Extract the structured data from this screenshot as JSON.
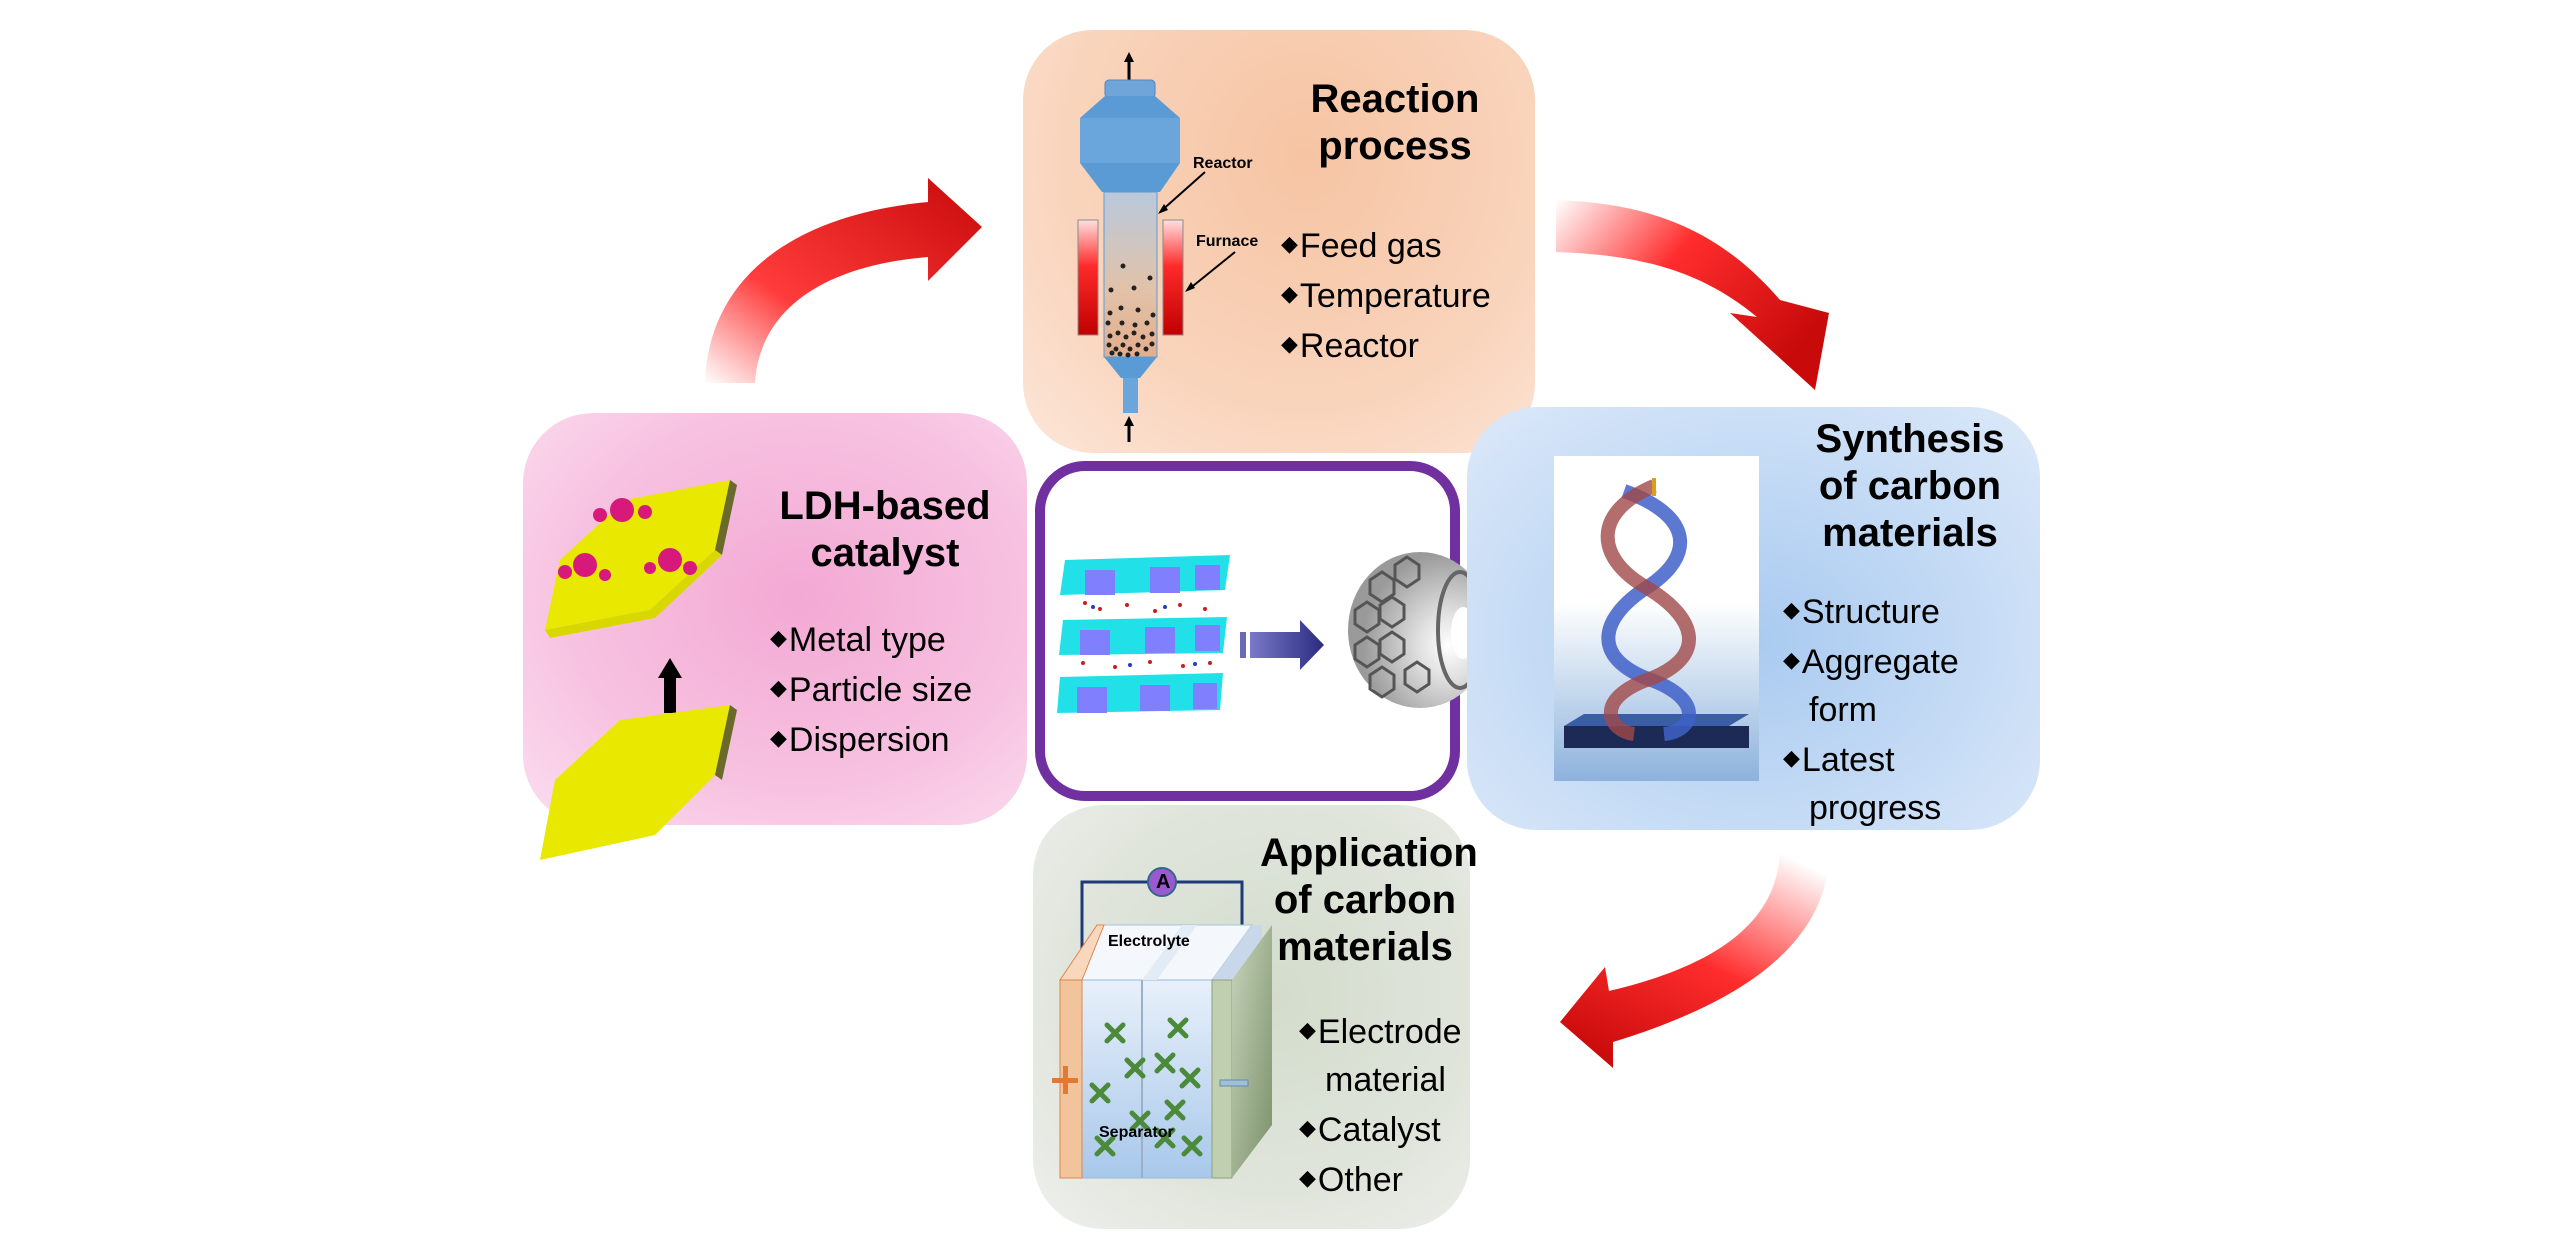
{
  "diagram": {
    "type": "cycle",
    "center": {
      "description": "LDH layered structure converted to carbon nanotube",
      "from_icon": "ldh-layers",
      "to_icon": "carbon-nanotube"
    },
    "panels": {
      "ldh": {
        "title_lines": [
          "LDH-based",
          "catalyst"
        ],
        "bullets": [
          "Metal type",
          "Particle size",
          "Dispersion"
        ],
        "color": "#f7c2e1"
      },
      "reaction": {
        "title_lines": [
          "Reaction",
          "process"
        ],
        "bullets": [
          "Feed gas",
          "Temperature",
          "Reactor"
        ],
        "labels": {
          "reactor": "Reactor",
          "furnace": "Furnace"
        },
        "color": "#f9d4bc"
      },
      "synthesis": {
        "title_lines": [
          "Synthesis",
          "of carbon",
          "materials"
        ],
        "bullets": [
          [
            "Structure"
          ],
          [
            "Aggregate",
            "form"
          ],
          [
            "Latest",
            "progress"
          ]
        ],
        "color": "#c5dbf5"
      },
      "application": {
        "title_lines": [
          "Application",
          "of carbon",
          "materials"
        ],
        "bullets": [
          [
            "Electrode",
            "material"
          ],
          [
            "Catalyst"
          ],
          [
            "Other"
          ]
        ],
        "labels": {
          "ammeter": "A",
          "electrolyte": "Electrolyte",
          "separator": "Separator",
          "plus": "+",
          "minus": "−"
        },
        "color": "#e0e5dc"
      }
    },
    "bullet_glyph": "◆",
    "arrows": [
      {
        "from": "ldh",
        "to": "reaction"
      },
      {
        "from": "reaction",
        "to": "synthesis"
      },
      {
        "from": "synthesis",
        "to": "application"
      }
    ],
    "colors": {
      "arrow": "#e0161b",
      "frame": "#7030a0"
    }
  }
}
